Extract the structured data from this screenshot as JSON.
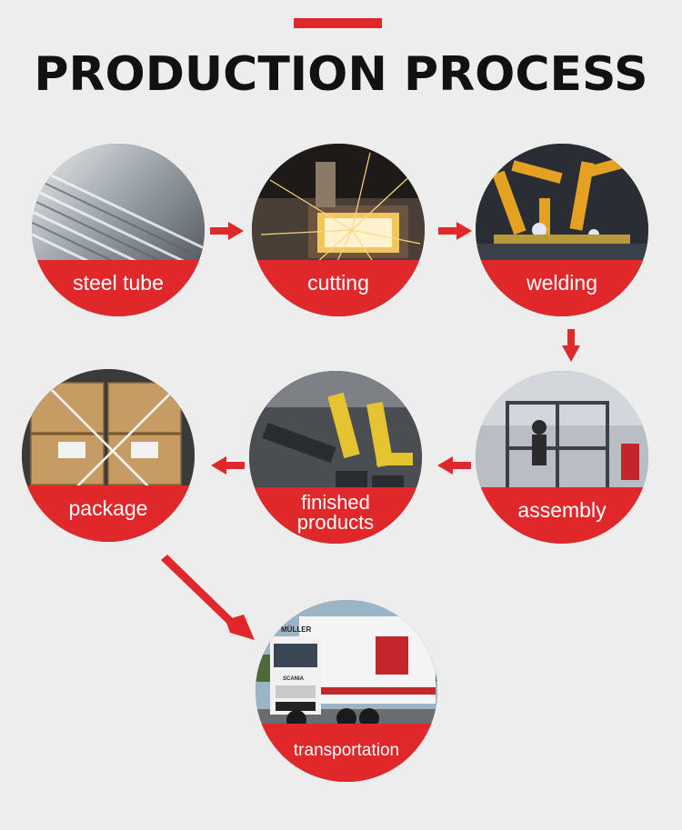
{
  "title": "PRODUCTION PROCESS",
  "steps": [
    {
      "label": "steel tube",
      "icon": "steel-tube-photo"
    },
    {
      "label": "cutting",
      "icon": "cutting-sparks-photo"
    },
    {
      "label": "welding",
      "icon": "welding-robots-photo"
    },
    {
      "label": "assembly",
      "icon": "assembly-frame-photo"
    },
    {
      "label": "finished\nproducts",
      "icon": "finished-machines-photo"
    },
    {
      "label": "package",
      "icon": "packaged-boxes-photo"
    },
    {
      "label": "transportation",
      "icon": "truck-photo"
    }
  ],
  "truck_text": {
    "brand": "MÜLLER",
    "cab": "SCANIA"
  },
  "colors": {
    "accent": "#e0282b",
    "background": "#ededed",
    "title": "#111111"
  }
}
